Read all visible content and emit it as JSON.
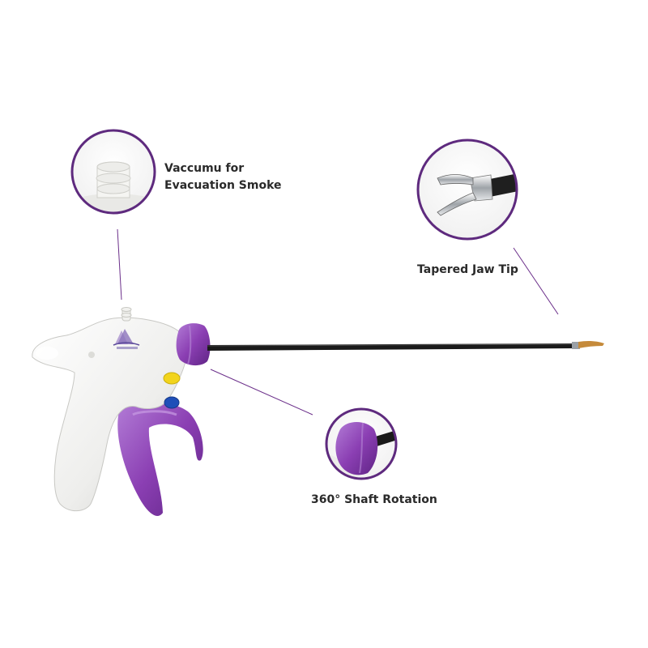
{
  "callouts": {
    "vacuum": {
      "line1": "Vaccumu for",
      "line2": "Evacuation Smoke"
    },
    "jaw_tip": {
      "label": "Tapered Jaw Tip"
    },
    "rotation": {
      "label": "360° Shaft Rotation"
    }
  },
  "colors": {
    "accent_purple": "#8b3fb3",
    "callout_ring": "#5e2a7e",
    "handle_white": "#f4f4f2",
    "shaft_black": "#1a1a1a",
    "tip_gold": "#c58a3a",
    "button_yellow": "#f2d41c",
    "button_blue": "#1f4fb8"
  }
}
